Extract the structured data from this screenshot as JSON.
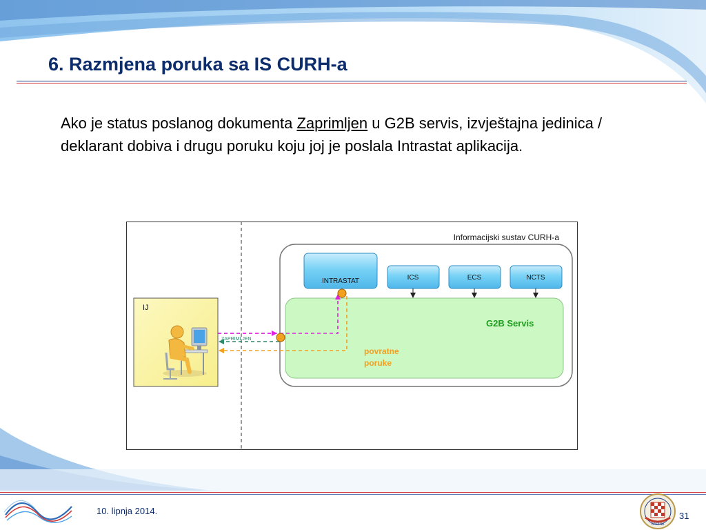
{
  "slide": {
    "title": "6. Razmjena poruka sa IS CURH-a",
    "body_part1": "Ako je status poslanog dokumenta ",
    "body_link": "Zaprimljen",
    "body_part2": " u G2B servis, izvještajna jedinica / deklarant dobiva i drugu poruku koju joj je poslala Intrastat aplikacija."
  },
  "diagram": {
    "system_label": "Informacijski sustav CURH-a",
    "intrastat_label": "INTRASTAT",
    "ics_label": "ICS",
    "ecs_label": "ECS",
    "ncts_label": "NCTS",
    "g2b_label": "G2B Servis",
    "ij_label": "IJ",
    "zaprimljen_label": "ZAPRIMLJEN",
    "return_line1": "povratne",
    "return_line2": "poruke"
  },
  "colors": {
    "title": "#0d2c6c",
    "module_blue": "#5bc0ee",
    "g2b_green": "#ccf8c4",
    "g2b_text": "#1e9d1e",
    "ij_yellow": "#fbf4a0",
    "magenta_arrow": "#e020e0",
    "orange_arrow": "#f2a020",
    "green_arrow": "#2d8a6a"
  },
  "footer": {
    "date": "10. lipnja 2014.",
    "page": "31"
  },
  "logos": {
    "left": "wave-logo",
    "right": "carina-emblem",
    "right_text": "CARINA"
  }
}
